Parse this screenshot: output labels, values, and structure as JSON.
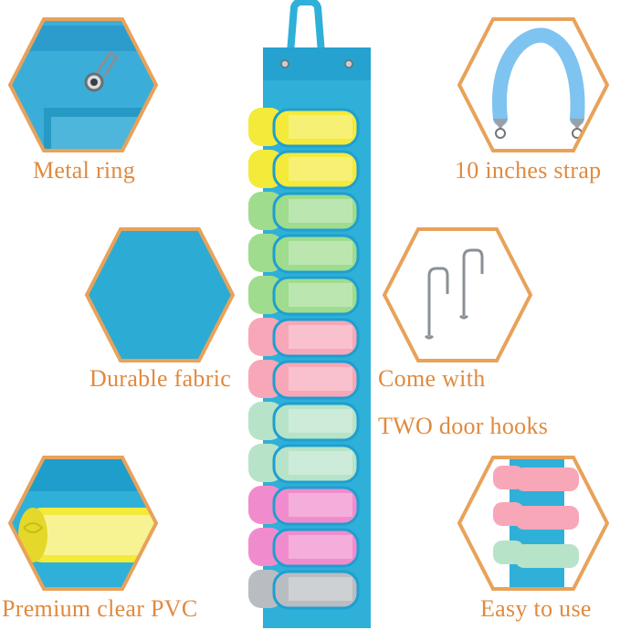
{
  "features": [
    {
      "id": "metal-ring",
      "label": "Metal ring"
    },
    {
      "id": "strap",
      "label": "10 inches strap"
    },
    {
      "id": "fabric",
      "label": "Durable fabric"
    },
    {
      "id": "hooks",
      "label_line1": "Come with",
      "label_line2": "TWO door hooks"
    },
    {
      "id": "pvc",
      "label": "Premium clear PVC"
    },
    {
      "id": "easy",
      "label": "Easy to use"
    }
  ],
  "colors": {
    "hex_border": "#e8a25a",
    "label": "#e08a3e",
    "fabric": "#2fb0d8",
    "fabric_dark": "#1b93c0",
    "strap": "#7fc3f0",
    "roll_yellow": "#f3ea3a",
    "roll_green": "#9fdc8e",
    "roll_pink": "#f7a7b8",
    "roll_mint": "#b7e3c8",
    "roll_magenta": "#f08ccd",
    "roll_gray": "#b9bdc2"
  }
}
